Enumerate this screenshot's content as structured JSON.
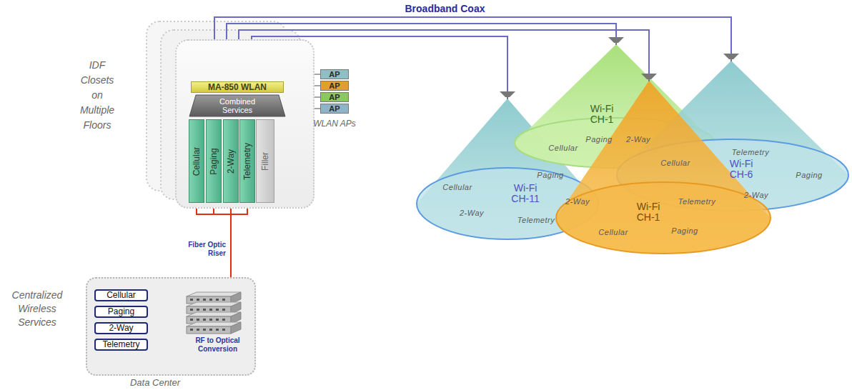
{
  "diagram": {
    "nodes": [
      {
        "text": [
          "IDF Closets on Multiple Floors"
        ]
      },
      {
        "text": [
          "MA-850 WLAN"
        ],
        "in": 0
      },
      {
        "text": [
          "Combined Services"
        ],
        "in": 0
      },
      {
        "text": [
          "Cellular"
        ],
        "in": 0
      },
      {
        "text": [
          "Paging"
        ],
        "in": 0
      },
      {
        "text": [
          "2-Way"
        ],
        "in": 0
      },
      {
        "text": [
          "Telemetry"
        ],
        "in": 0
      },
      {
        "text": [
          "Filler"
        ],
        "in": 0
      },
      {
        "text": [
          "AP"
        ]
      },
      {
        "text": [
          "AP"
        ]
      },
      {
        "text": [
          "AP"
        ]
      },
      {
        "text": [
          "AP"
        ]
      },
      {
        "text": [
          "Centralized Wireless Services",
          "Data Center"
        ]
      },
      {
        "text": [
          "Cellular"
        ],
        "in": 12
      },
      {
        "text": [
          "Paging"
        ],
        "in": 12
      },
      {
        "text": [
          "2-Way"
        ],
        "in": 12
      },
      {
        "text": [
          "Telemetry"
        ],
        "in": 12
      },
      {
        "text": [
          "RF to Optical Conversion"
        ],
        "in": 12
      },
      {
        "text": [
          "Wi-Fi CH-11",
          "Cellular",
          "Paging",
          "2-Way",
          "Telemetry"
        ]
      },
      {
        "text": [
          "Wi-Fi CH-1",
          "Paging",
          "2-Way",
          "Cellular"
        ]
      },
      {
        "text": [
          "Wi-Fi CH-6",
          "Cellular",
          "Telemetry",
          "Paging",
          "2-Way"
        ]
      },
      {
        "text": [
          "Wi-Fi CH-1",
          "2-Way",
          "Telemetry",
          "Cellular",
          "Paging"
        ]
      }
    ],
    "edges": [
      {
        "from": 1,
        "to": 20,
        "arrow": "none"
      },
      {
        "from": 1,
        "to": 19,
        "arrow": "none"
      },
      {
        "from": 1,
        "to": 21,
        "arrow": "none"
      },
      {
        "from": 1,
        "to": 18,
        "arrow": "none"
      },
      {
        "from": 17,
        "to": 3,
        "arrow": "none",
        "label": "Fiber Optic Riser"
      },
      {
        "from": 17,
        "to": 4,
        "arrow": "none"
      },
      {
        "from": 17,
        "to": 5,
        "arrow": "none"
      },
      {
        "from": 17,
        "to": 6,
        "arrow": "none"
      },
      {
        "from": 13,
        "to": 17,
        "arrow": "none"
      },
      {
        "from": 14,
        "to": 17,
        "arrow": "none"
      },
      {
        "from": 15,
        "to": 17,
        "arrow": "none"
      },
      {
        "from": 16,
        "to": 17,
        "arrow": "none"
      },
      {
        "from": 8,
        "to": 1,
        "arrow": "none"
      },
      {
        "from": 9,
        "to": 1,
        "arrow": "none"
      },
      {
        "from": 10,
        "to": 1,
        "arrow": "none"
      },
      {
        "from": 11,
        "to": 1,
        "arrow": "none"
      }
    ],
    "labels": [
      "Broadband Coax",
      "WLAN APs"
    ]
  }
}
